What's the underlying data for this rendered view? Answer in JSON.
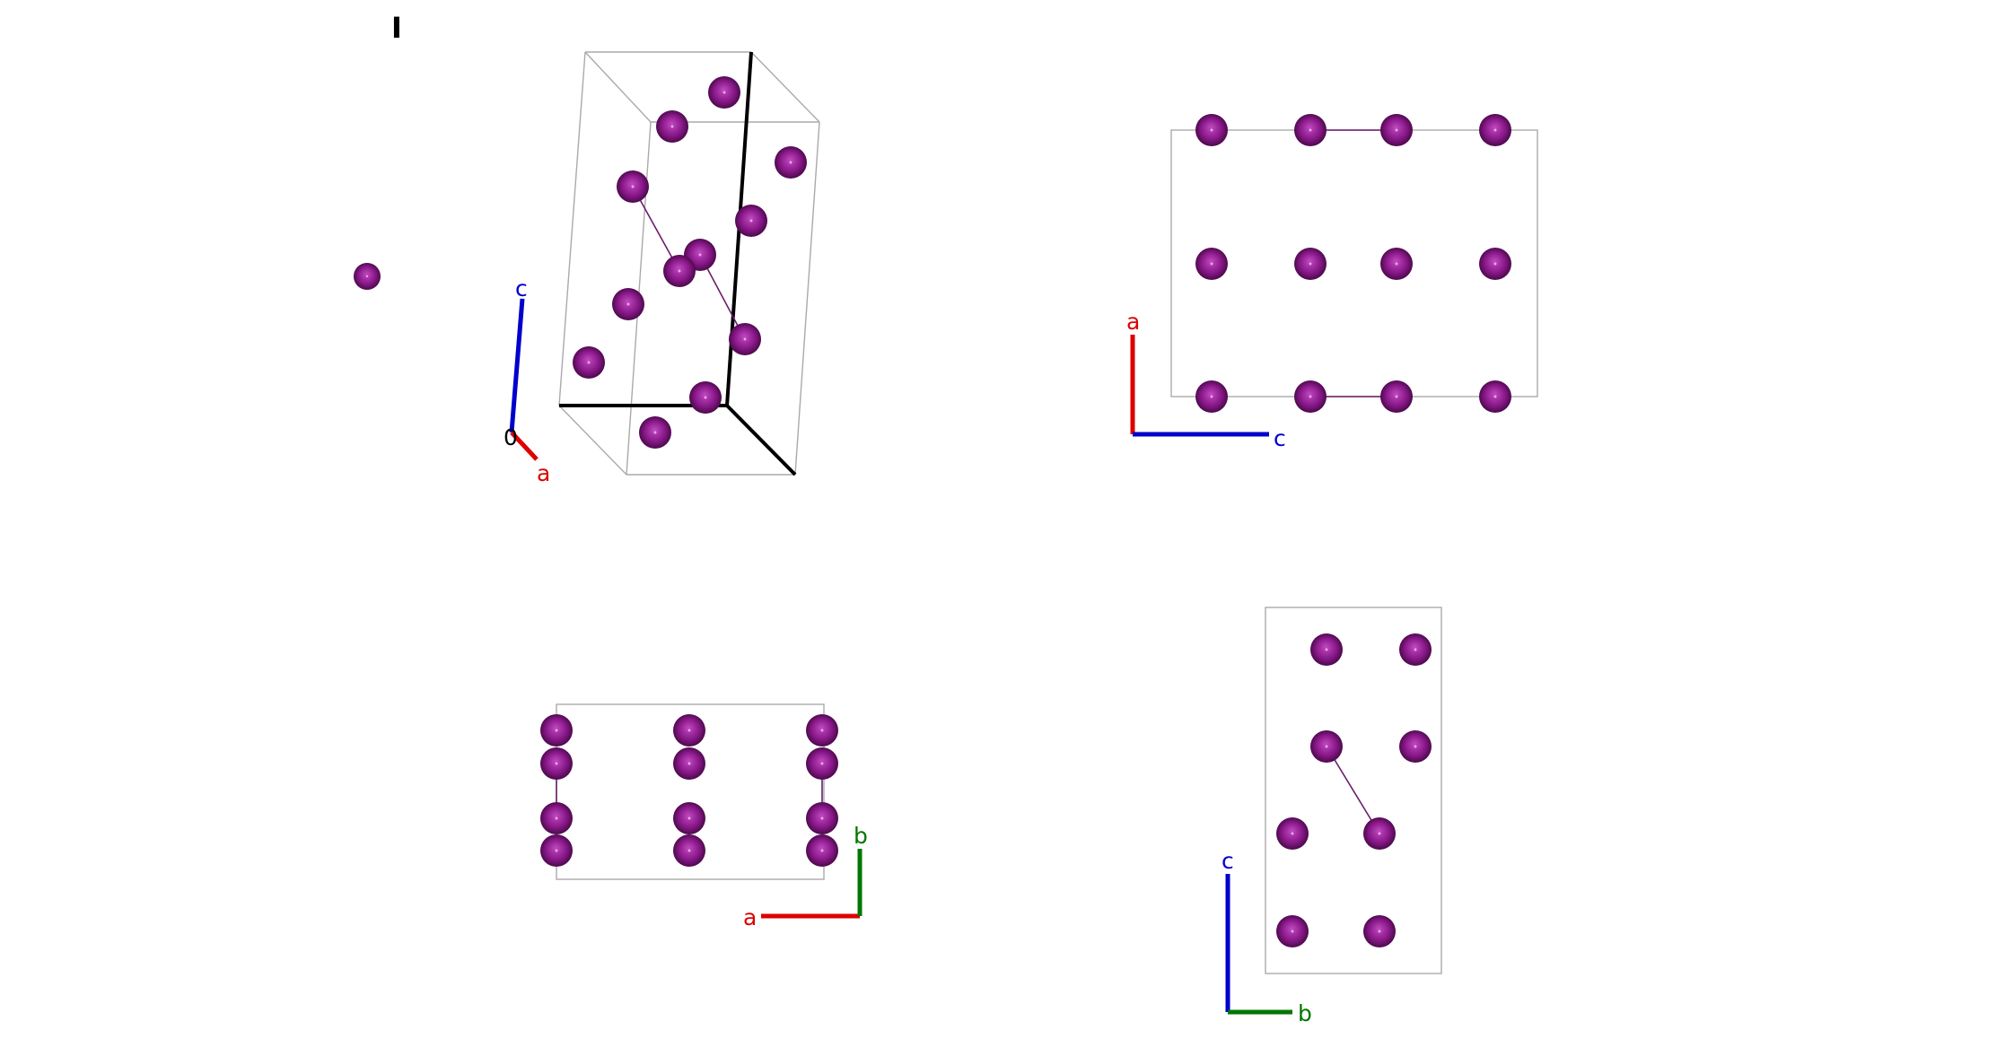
{
  "element_symbol": "I",
  "atom_color": "#8c1a8c",
  "axis_colors": {
    "a": "#dd0000",
    "b": "#007700",
    "c": "#0000cc",
    "origin": "#000000"
  },
  "views": {
    "perspective": {
      "origin_label": "0",
      "axis_a": "a",
      "axis_c": "c"
    },
    "top_right": {
      "axis_1": "a",
      "axis_2": "c"
    },
    "bottom_left": {
      "axis_1": "a",
      "axis_2": "b"
    },
    "bottom_right": {
      "axis_1": "c",
      "axis_2": "b"
    }
  }
}
